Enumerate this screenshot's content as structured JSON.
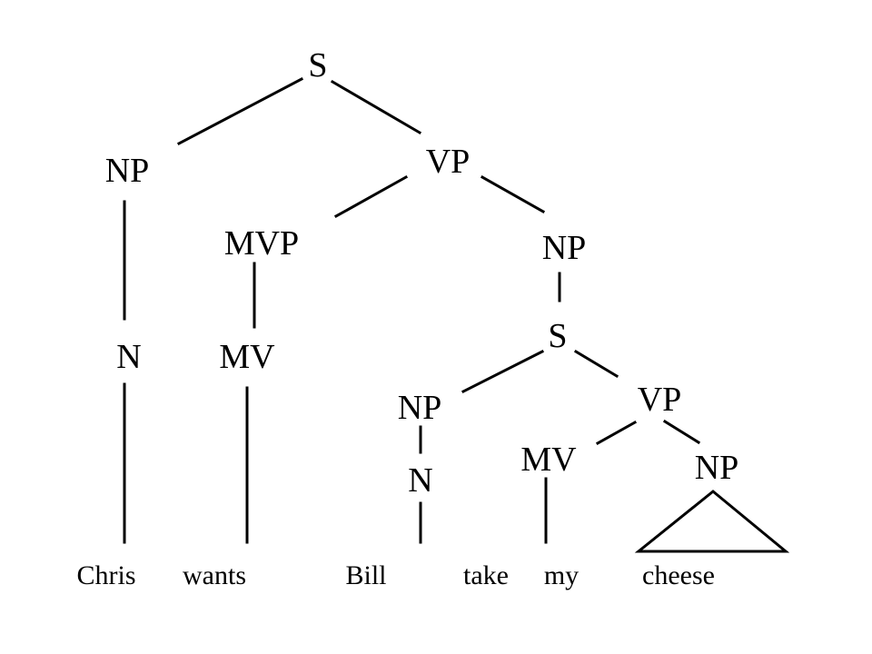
{
  "tree": {
    "nodes": {
      "s_root": "S",
      "np_subject": "NP",
      "vp_main": "VP",
      "n_subject": "N",
      "mvp": "MVP",
      "mv_main": "MV",
      "np_object": "NP",
      "s_embedded": "S",
      "np_embedded": "NP",
      "n_embedded": "N",
      "vp_embedded": "VP",
      "mv_embedded": "MV",
      "np_final": "NP"
    },
    "words": [
      "Chris",
      "wants",
      "Bill",
      "take",
      "my",
      "cheese"
    ]
  }
}
